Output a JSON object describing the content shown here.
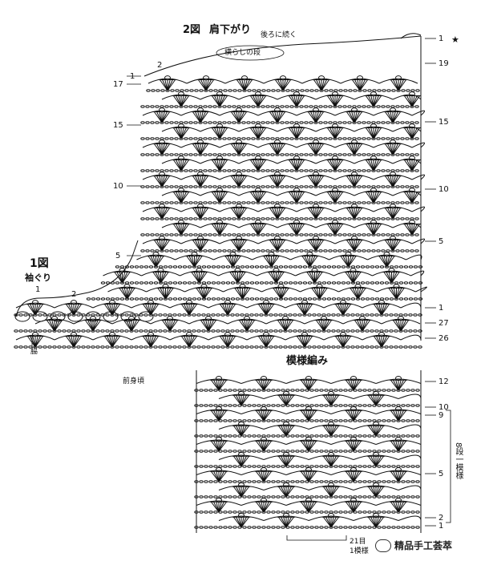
{
  "figure2": {
    "title": "2図",
    "subtitle": "肩下がり",
    "note_continue": "後ろに続く",
    "note_decrease": "横らしの段",
    "star": "★",
    "left_rows": [
      "1",
      "17",
      "15",
      "10",
      "5"
    ],
    "left_start": "2",
    "right_rows": [
      "1",
      "19",
      "15",
      "10",
      "5",
      "1",
      "27",
      "26"
    ]
  },
  "figure1": {
    "title": "1図",
    "subtitle": "袖ぐり",
    "left_start_a": "1",
    "left_start_b": "2",
    "bottom_label": "脇"
  },
  "front_label": "前身頃",
  "pattern": {
    "title": "模様編み",
    "right_rows": [
      "12",
      "10",
      "9",
      "5",
      "2",
      "1"
    ],
    "repeat_label": "8段一模様",
    "bottom_count": "21目",
    "bottom_repeat": "1模様"
  },
  "watermark": {
    "icon": "wechat-bubble-icon",
    "text": "精品手工荟萃"
  }
}
